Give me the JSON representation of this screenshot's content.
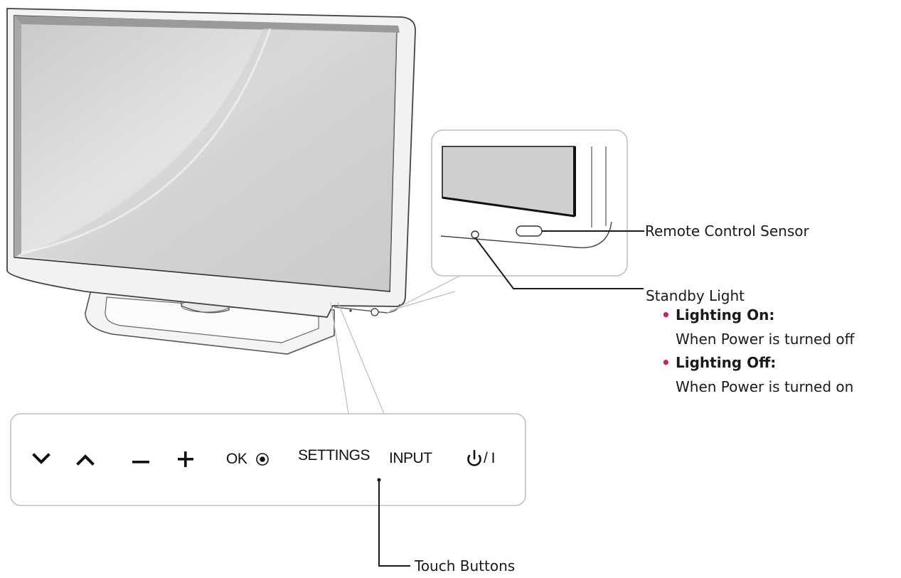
{
  "callouts": {
    "remote_sensor": "Remote Control Sensor",
    "standby_light": "Standby Light",
    "lighting_on_label": "Lighting On:",
    "lighting_on_desc": "When Power is turned off",
    "lighting_off_label": "Lighting Off:",
    "lighting_off_desc": "When Power is turned on",
    "touch_buttons": "Touch Buttons"
  },
  "touch_panel": {
    "buttons": [
      {
        "icon": "chevron-down-icon",
        "glyph": "⌄"
      },
      {
        "icon": "chevron-up-icon",
        "glyph": "⌃"
      },
      {
        "icon": "minus-icon",
        "glyph": "–"
      },
      {
        "icon": "plus-icon",
        "glyph": "+"
      },
      {
        "label": "OK",
        "icon": "ok-dot-icon"
      },
      {
        "label": "SETTINGS"
      },
      {
        "label": "INPUT"
      },
      {
        "icon": "power-icon",
        "label": "/ I"
      }
    ]
  },
  "colors": {
    "bullet": "#c8245a",
    "line": "#1a1a1a",
    "outline": "#555555",
    "light_outline": "#bdbdbd"
  }
}
